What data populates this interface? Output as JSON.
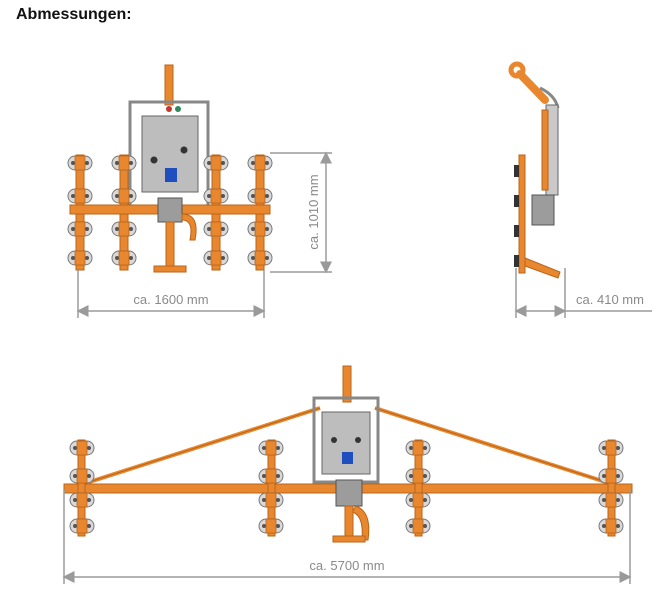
{
  "heading": "Abmessungen:",
  "dimensions": {
    "front_width": "ca. 1600 mm",
    "front_height": "ca. 1010 mm",
    "side_depth": "ca. 410 mm",
    "wide_width": "ca. 5700 mm"
  },
  "colors": {
    "frame": "#e8872e",
    "frame_dark": "#b8641a",
    "pad": "#d6d6d6",
    "control_box": "#b9b9b9",
    "dimension_line": "#9a9a9a",
    "blue_button": "#1f4fbf"
  }
}
